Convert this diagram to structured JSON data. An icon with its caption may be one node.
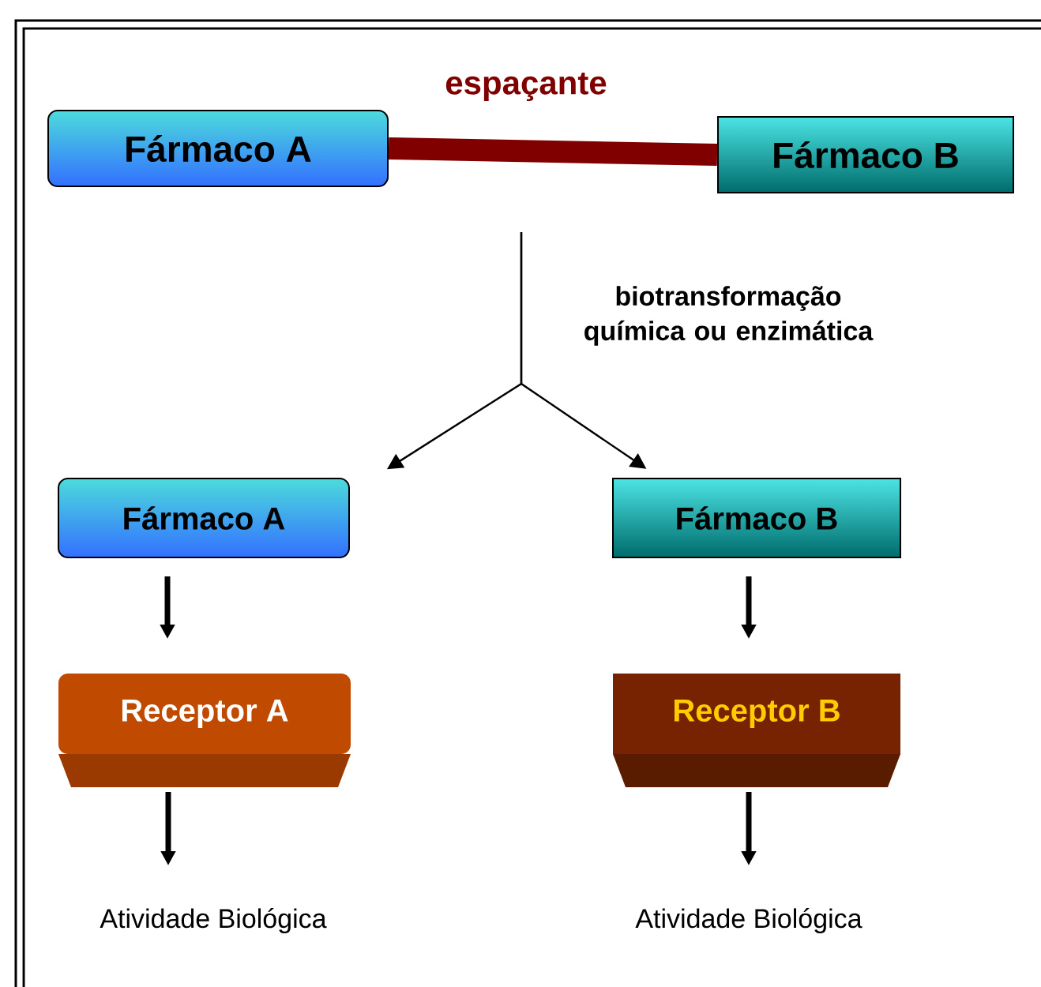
{
  "diagram": {
    "nodes": [
      {
        "text": [
          "Fármaco A"
        ]
      },
      {
        "text": [
          "Fármaco B"
        ]
      },
      {
        "text": [
          "Fármaco A"
        ]
      },
      {
        "text": [
          "Fármaco B"
        ]
      },
      {
        "text": [
          "Receptor A"
        ]
      },
      {
        "text": [
          "Receptor B"
        ]
      },
      {
        "text": [
          "Atividade Biológica"
        ]
      },
      {
        "text": [
          "Atividade Biológica"
        ]
      }
    ],
    "edges": [
      {
        "from": 0,
        "to": 1,
        "arrow": "none",
        "label": "espaçante",
        "style": "thick",
        "color": "#800000"
      },
      {
        "from": null,
        "to": 2,
        "arrow": "to"
      },
      {
        "from": null,
        "to": 3,
        "arrow": "to"
      },
      {
        "from": 2,
        "to": 4,
        "arrow": "to"
      },
      {
        "from": 3,
        "to": 5,
        "arrow": "to"
      },
      {
        "from": 4,
        "to": 6,
        "arrow": "to"
      },
      {
        "from": 5,
        "to": 7,
        "arrow": "to"
      }
    ],
    "labels": [
      "biotransformação química ou enzimática"
    ]
  }
}
